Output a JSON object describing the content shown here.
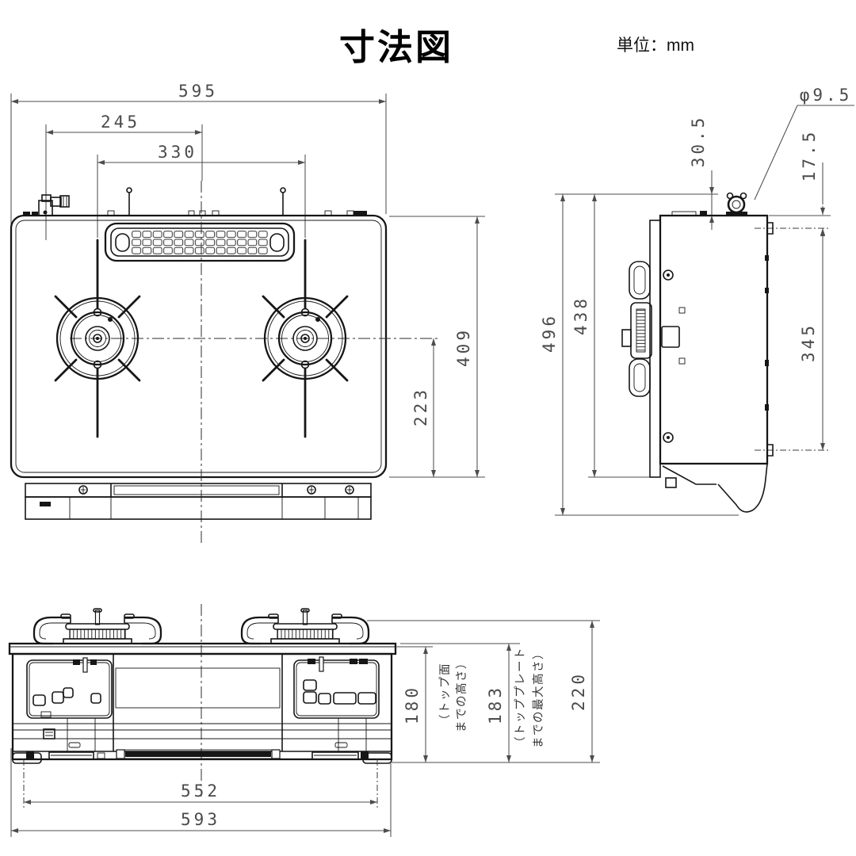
{
  "header": {
    "title": "寸法図",
    "unit": "単位：mm"
  },
  "dims": {
    "plan": {
      "width": "595",
      "gas_offset": "245",
      "burner_pitch": "330",
      "depth": "409",
      "center_to_front": "223"
    },
    "side": {
      "overall_depth": "496",
      "body_depth": "438",
      "bracket_pitch": "345",
      "inlet_height": "30.5",
      "inlet_offset": "17.5",
      "inlet_diameter": "φ9.5"
    },
    "front": {
      "top_height": "180",
      "top_note_line1": "（トップ面",
      "top_note_line2": "までの高さ）",
      "plate_height": "183",
      "plate_note_line1": "（トッププレート",
      "plate_note_line2": "までの最大高さ）",
      "total_height": "220",
      "feet_span": "552",
      "overall_width": "593"
    }
  }
}
